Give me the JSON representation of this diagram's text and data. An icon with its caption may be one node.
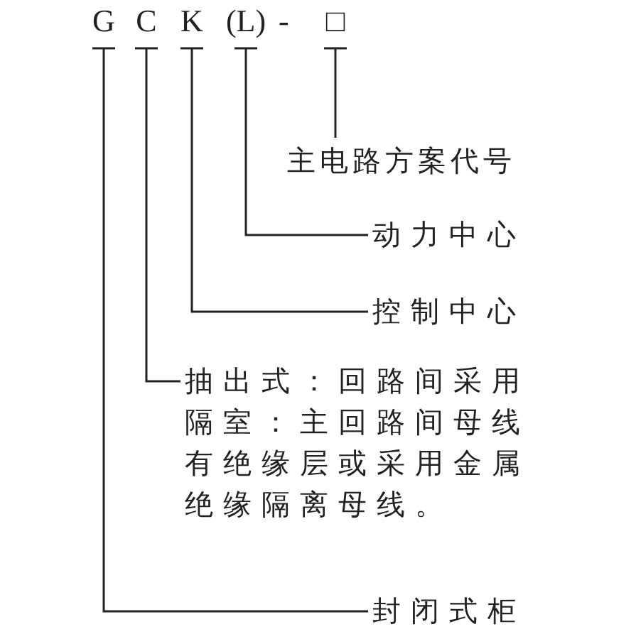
{
  "diagram": {
    "nodes": [
      {
        "text": [
          "G"
        ]
      },
      {
        "text": [
          "C"
        ]
      },
      {
        "text": [
          "K"
        ]
      },
      {
        "text": [
          "(L)"
        ]
      },
      {
        "text": [
          "□"
        ]
      },
      {
        "text": [
          "主电路方案代号"
        ]
      },
      {
        "text": [
          "动力中心"
        ]
      },
      {
        "text": [
          "控制中心"
        ]
      },
      {
        "text": [
          "抽出式：回路间采用隔室：主回路间母线有绝缘层或采用金属绝缘隔离母线。"
        ]
      },
      {
        "text": [
          "封闭式柜"
        ]
      }
    ],
    "edges": [
      {
        "from": 4,
        "to": 5,
        "arrow": "none"
      },
      {
        "from": 3,
        "to": 6,
        "arrow": "none"
      },
      {
        "from": 2,
        "to": 7,
        "arrow": "none"
      },
      {
        "from": 1,
        "to": 8,
        "arrow": "none"
      },
      {
        "from": 0,
        "to": 9,
        "arrow": "none"
      }
    ],
    "labels": [
      "-"
    ]
  }
}
